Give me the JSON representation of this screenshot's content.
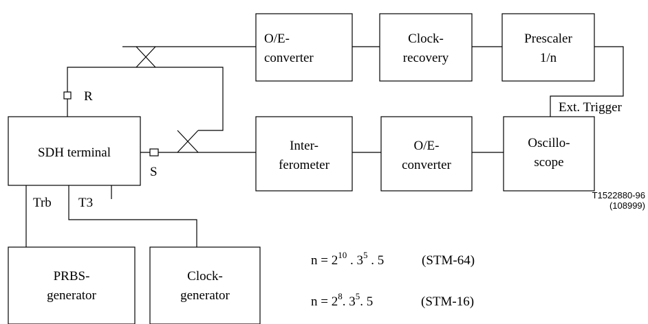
{
  "blocks": {
    "oe_converter_top": [
      "O/E-",
      "converter"
    ],
    "clock_recovery": [
      "Clock-",
      "recovery"
    ],
    "prescaler": [
      "Prescaler",
      "1/n"
    ],
    "sdh_terminal": "SDH terminal",
    "interferometer": [
      "Inter-",
      "ferometer"
    ],
    "oe_converter_bottom": [
      "O/E-",
      "converter"
    ],
    "oscilloscope": [
      "Oscillo-",
      "scope"
    ],
    "prbs_generator": [
      "PRBS-",
      "generator"
    ],
    "clock_generator": [
      "Clock-",
      "generator"
    ]
  },
  "labels": {
    "r": "R",
    "s": "S",
    "ext_trigger": "Ext. Trigger",
    "trb": "Trb",
    "t3": "T3"
  },
  "figure_id": [
    "T1522880-96",
    "(108999)"
  ],
  "formulas": [
    {
      "lhs": "n = 2",
      "exp1": "10",
      "mid": " . 3",
      "exp2": "5",
      "rhs": " . 5",
      "note": "(STM-64)"
    },
    {
      "lhs": "n = 2",
      "exp1": "8",
      "mid": ". 3",
      "exp2": "5",
      "rhs": ". 5",
      "note": "(STM-16)"
    }
  ]
}
